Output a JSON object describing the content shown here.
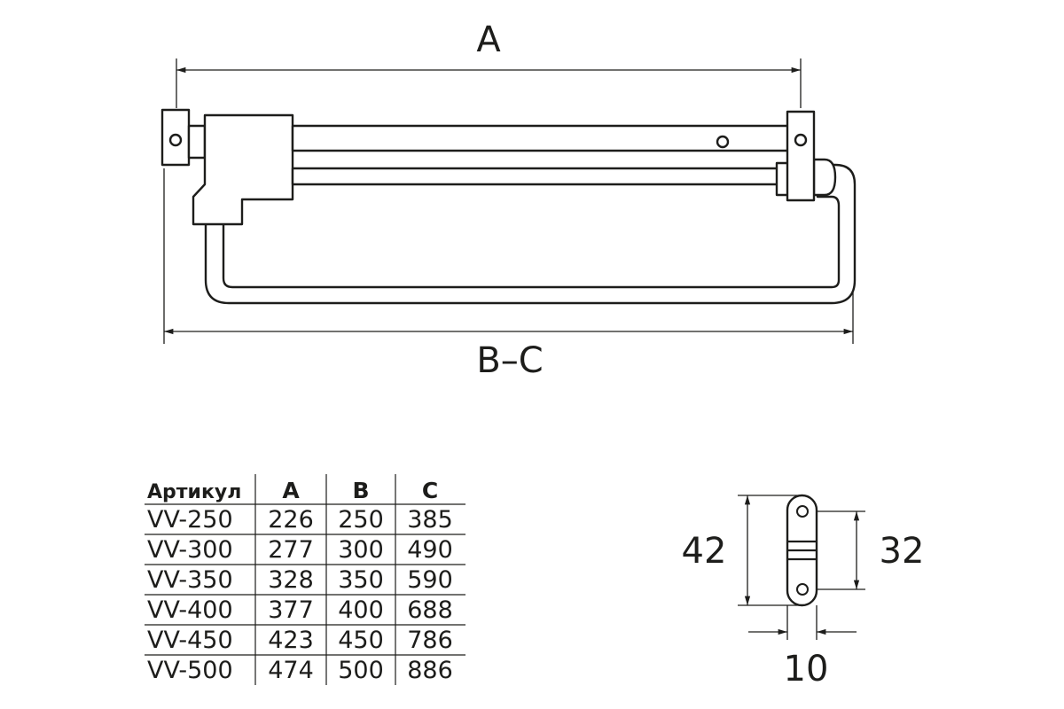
{
  "drawing": {
    "dim_top": "A",
    "dim_bottom": "B–C",
    "dim_height_total": "42",
    "dim_height_holes": "32",
    "dim_thickness": "10"
  },
  "table": {
    "headers": [
      "Артикул",
      "A",
      "B",
      "C"
    ],
    "rows": [
      [
        "VV-250",
        "226",
        "250",
        "385"
      ],
      [
        "VV-300",
        "277",
        "300",
        "490"
      ],
      [
        "VV-350",
        "328",
        "350",
        "590"
      ],
      [
        "VV-400",
        "377",
        "400",
        "688"
      ],
      [
        "VV-450",
        "423",
        "450",
        "786"
      ],
      [
        "VV-500",
        "474",
        "500",
        "886"
      ]
    ]
  },
  "colors": {
    "ink": "#1d1d1b",
    "background": "#ffffff"
  }
}
